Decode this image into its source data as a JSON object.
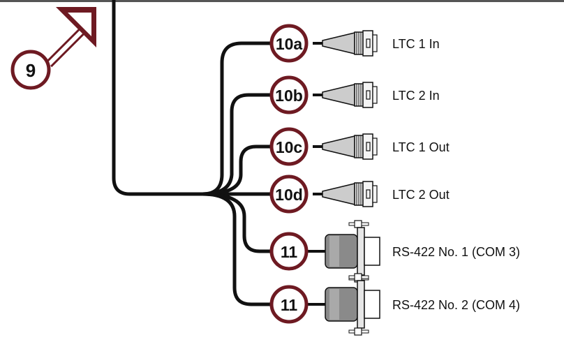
{
  "colors": {
    "callout_ring": "#6e1a22",
    "cable": "#111111",
    "connector_gray": "#8a8a8a",
    "connector_light": "#c8c8c8",
    "top_bar": "#555555"
  },
  "callouts": {
    "main": "9",
    "c10a": "10a",
    "c10b": "10b",
    "c10c": "10c",
    "c10d": "10d",
    "c11a": "11",
    "c11b": "11"
  },
  "labels": {
    "ltc1_in": "LTC 1 In",
    "ltc2_in": "LTC 2 In",
    "ltc1_out": "LTC 1 Out",
    "ltc2_out": "LTC 2 Out",
    "rs422_1": "RS-422 No. 1 (COM 3)",
    "rs422_2": "RS-422 No. 2 (COM 4)"
  },
  "icons": {
    "arrow": "arrow-up-right-icon",
    "bnc": "bnc-connector-icon",
    "dsub": "dsub-connector-icon"
  }
}
